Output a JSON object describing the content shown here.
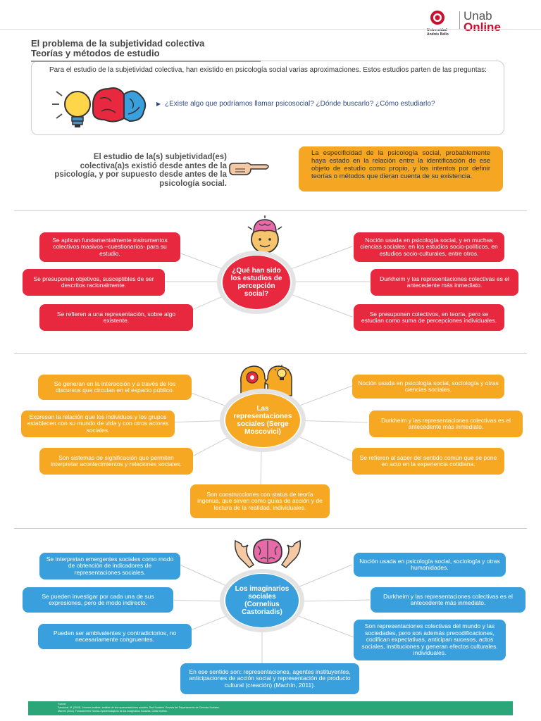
{
  "header": {
    "logo_university": "Universidad Andrés Bello",
    "logo_unab": "Unab",
    "logo_online": "Online"
  },
  "title": {
    "line1": "El problema de la subjetividad colectiva",
    "line2": "Teorías y métodos de estudio"
  },
  "intro": {
    "text": "Para el estudio de la subjetividad colectiva, han existido en psicología social varias aproximaciones. Estos estudios parten de las preguntas:",
    "question": "¿Existe algo que podríamos llamar psicosocial? ¿Dónde buscarlo? ¿Cómo estudiarlo?"
  },
  "study": {
    "text": "El estudio de la(s) subjetividad(es) colectiva(a)s existió desde antes de la psicología, y por supuesto desde antes de la psicología social.",
    "note": "La especificidad de la psicología social, probablemente haya estado en la relación entre la identificación de ese objeto de estudio como propio, y los intentos por definir teorías o métodos que dieran cuenta de su existencia."
  },
  "section1": {
    "hub": "¿Qué han sido los estudios de percepción social?",
    "left": [
      "Se aplican fundamentalmente instrumentos colectivos masivos –cuestionarios- para su estudio.",
      "Se presuponen objetivos, susceptibles de ser descritos racionalmente.",
      "Se refieren a una representación, sobre algo existente."
    ],
    "right": [
      "Noción usada en psicología social, y en muchas ciencias sociales: en los estudios socio-políticos, en estudios socio-culturales, entre otros.",
      "Durkheim y las representaciones colectivas es el antecedente más inmediato.",
      "Se presuponen colectivos, en teoría, pero se estudian como suma de percepciones individuales."
    ]
  },
  "section2": {
    "hub": "Las representaciones sociales (Serge Moscovici)",
    "left": [
      "Se generan en la interacción y a través de los discursos que circulan en el espacio público.",
      "Expresan la relación que los individuos y los grupos establecen con su mundo de vida y con otros actores sociales.",
      "Son sistemas de significación que permiten interpretar acontecimientos y relaciones sociales."
    ],
    "right": [
      "Noción usada en psicología social, sociología y otras ciencias sociales.",
      "Durkheim y las representaciones colectivas es el antecedente más inmediato.",
      "Se refieren al saber del sentido común que se pone en acto en la experiencia cotidiana."
    ],
    "bottom": "Son construcciones con status de teoría ingenua, que sirven como guías de acción y de lectura de la realidad. individuales."
  },
  "section3": {
    "hub": "Los imaginarios sociales (Cornelius Castoriadis)",
    "left": [
      "Se interpretan emergentes sociales como modo de obtención de indicadores de representaciones sociales.",
      "Se pueden investigar por cada una de sus expresiones, pero de modo indirecto.",
      "Pueden ser ambivalentes y contradictorios, no necesariamente congruentes."
    ],
    "right": [
      "Noción usada en psicología social, sociología y otras humanidades.",
      "Durkheim y las representaciones colectivas es el antecedente más inmediato.",
      "Son representaciones colectivas del mundo y las sociedades, pero son además precodificaciones, codifican expectativas, anticipan sucesos, actos sociales, instituciones y generan efectos culturales. individuales."
    ],
    "bottom": "En ese sentido son: representaciones, agentes instituyentes, anticipaciones de acción social y representación de producto cultural (creación) (Machín, 2011)."
  },
  "footer": {
    "source_label": "Fuente:",
    "line1": "Sandoval, M. (2009). Jóvenes análisis: análisis de las representaciones sociales. Red Sociales. Revista del Departamento de Ciencias Sociales.",
    "line2": "Machín (2011). Fundamentos Teórico-Epistemológicos de los Imaginarios Sociales. Cinta moebio."
  },
  "colors": {
    "red": "#e8283e",
    "orange": "#f7a823",
    "blue": "#3aa0dd",
    "green": "#2aa678",
    "brand_red": "#c8102e"
  },
  "icons": [
    "lightbulb-brain-icon",
    "pointing-hand-icon",
    "head-brain-icon",
    "thinking-heads-icon",
    "hands-brain-icon"
  ]
}
